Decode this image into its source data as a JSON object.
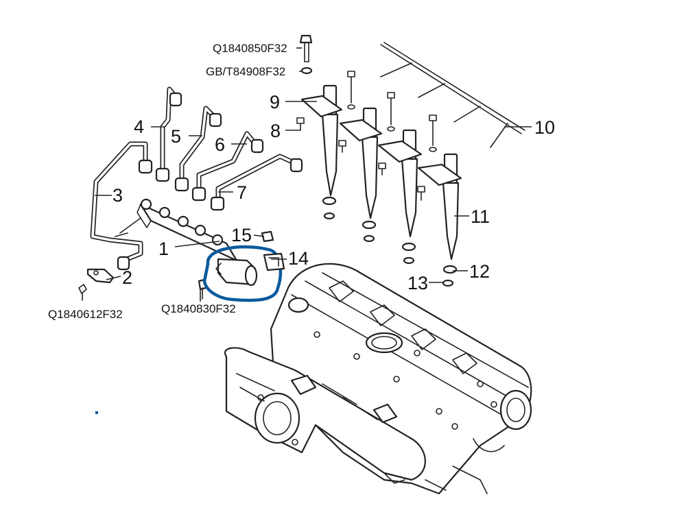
{
  "diagram": {
    "callouts": [
      {
        "id": "1",
        "text": "1"
      },
      {
        "id": "2",
        "text": "2"
      },
      {
        "id": "3",
        "text": "3"
      },
      {
        "id": "4",
        "text": "4"
      },
      {
        "id": "5",
        "text": "5"
      },
      {
        "id": "6",
        "text": "6"
      },
      {
        "id": "7",
        "text": "7"
      },
      {
        "id": "8",
        "text": "8"
      },
      {
        "id": "9",
        "text": "9"
      },
      {
        "id": "10",
        "text": "10"
      },
      {
        "id": "11",
        "text": "11"
      },
      {
        "id": "12",
        "text": "12"
      },
      {
        "id": "13",
        "text": "13"
      },
      {
        "id": "14",
        "text": "14"
      },
      {
        "id": "15",
        "text": "15"
      }
    ],
    "part_numbers": {
      "top_bolt": "Q1840850F32",
      "top_washer": "GB/T84908F32",
      "left_bolt": "Q1840612F32",
      "rail_bolt": "Q1840830F32"
    },
    "highlight_color": "#0a5a9c",
    "line_color": "#222222"
  }
}
